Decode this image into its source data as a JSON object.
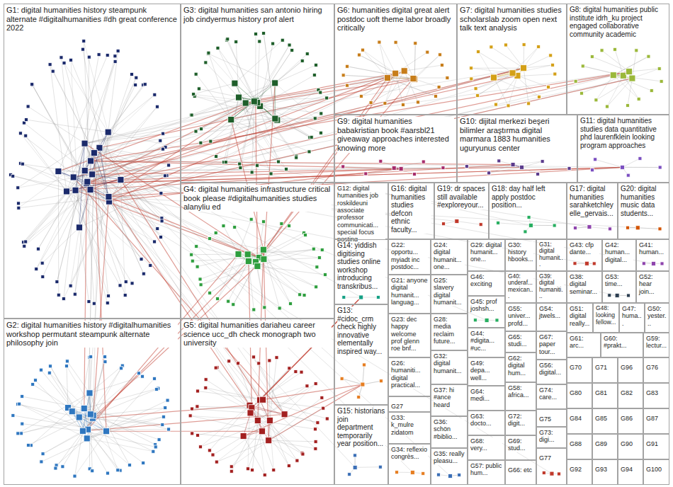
{
  "diagram": {
    "nodes": [
      {
        "text": [
          "G1: digital humanities history steampunk alternate #digitalhumanities #dh great conference 2022"
        ]
      },
      {
        "text": [
          "G3: digital humanities san antonio hiring job cindyermus history prof alert"
        ]
      },
      {
        "text": [
          "G6: humanities digital great alert postdoc uoft theme labor broadly critically"
        ]
      },
      {
        "text": [
          "G7: digital humanities studies scholarslab zoom open next talk text analysis"
        ]
      },
      {
        "text": [
          "G8: digital humanities public institute idrh_ku project engaged collaborative community academic"
        ]
      },
      {
        "text": [
          "G9: digital humanities babakristian book #aarsbl21 giveaway approaches interested knowing more"
        ]
      },
      {
        "text": [
          "G10: dijital merkezi beşeri bilimler araştırma digital marmara 1883 humanities uguryunus center"
        ]
      },
      {
        "text": [
          "G11: digital humanities studies data quantitative phd laurenfklein looking program approaches"
        ]
      },
      {
        "text": [
          "G4: digital humanities infrastructure critical book please #digitalhumanities studies alanyliu ed"
        ]
      },
      {
        "text": [
          "G12: digital humanities job roskildeuni associate professor communicati... special focus posting"
        ]
      },
      {
        "text": [
          "G16: digital humanities studies defcon ethnic faculty..."
        ]
      },
      {
        "text": [
          "G19: dr spaces still available #exploreyour..."
        ]
      },
      {
        "text": [
          "G18: day half left apply postdoc position..."
        ]
      },
      {
        "text": [
          "G17: digital humanities sarahketchley elle_gervais..."
        ]
      },
      {
        "text": [
          "G20: digital humanities music data students..."
        ]
      },
      {
        "text": [
          "G14: yiddish digitising studies online workshop introducing transkribus..."
        ]
      },
      {
        "text": [
          "G22: opportu... myiadt inc postdoc..."
        ]
      },
      {
        "text": [
          "G24: digital humanit... one..."
        ]
      },
      {
        "text": [
          "G29: digital humanit... one..."
        ]
      },
      {
        "text": [
          "G30: history hbooks..."
        ]
      },
      {
        "text": [
          "G31: digital humanit..."
        ]
      },
      {
        "text": [
          "G43: cfp dante..."
        ]
      },
      {
        "text": [
          "G42: human... digital..."
        ]
      },
      {
        "text": [
          "G41: human..."
        ]
      },
      {
        "text": [
          "G46: exciting"
        ]
      },
      {
        "text": [
          "G40: underaf... mexican..."
        ]
      },
      {
        "text": [
          "G39: digital humaniti..."
        ]
      },
      {
        "text": [
          "G38: digital seminar..."
        ]
      },
      {
        "text": [
          "G53: time..."
        ]
      },
      {
        "text": [
          "G52: hear join..."
        ]
      },
      {
        "text": [
          "G21: anyone digital humanit... languag..."
        ]
      },
      {
        "text": [
          "G25: slavery digital humanit..."
        ]
      },
      {
        "text": [
          "G45: prof joshsh..."
        ]
      },
      {
        "text": [
          "G55: univer... profd..."
        ]
      },
      {
        "text": [
          "G54: jtwels..."
        ]
      },
      {
        "text": [
          "G51: digital really..."
        ]
      },
      {
        "text": [
          "G48: looking fellow..."
        ]
      },
      {
        "text": [
          "G47: huma..."
        ]
      },
      {
        "text": [
          "G50: yester..."
        ]
      },
      {
        "text": [
          "G13: #cidoc_crm check highly innovative elementally inspired way..."
        ]
      },
      {
        "text": [
          "G23: dec happy welcome prof glenn roe bnf..."
        ]
      },
      {
        "text": [
          "G28: media reclaim future..."
        ]
      },
      {
        "text": [
          "G2: digital humanities history #digitalhumanities workshop permutant steampunk alternate philosophy join"
        ]
      },
      {
        "text": [
          "G5: digital humanities dariaheu career science ucc_dh check monograph two university"
        ]
      },
      {
        "text": [
          "G44: #digita... #uc..."
        ]
      },
      {
        "text": [
          "G65: studi..."
        ]
      },
      {
        "text": [
          "G67: paper tour..."
        ]
      },
      {
        "text": [
          "G61: arc..."
        ]
      },
      {
        "text": [
          "G60: #prakt..."
        ]
      },
      {
        "text": [
          "G59: lectur..."
        ]
      },
      {
        "text": [
          "G32: digital humanit..."
        ]
      },
      {
        "text": [
          "G62: digital hum..."
        ]
      },
      {
        "text": [
          "G26: humaniti... digital practical..."
        ]
      },
      {
        "text": [
          "G49: depa... well..."
        ]
      },
      {
        "text": [
          "G56: digital..."
        ]
      },
      {
        "text": [
          "G70"
        ]
      },
      {
        "text": [
          "G71"
        ]
      },
      {
        "text": [
          "G96"
        ]
      },
      {
        "text": [
          "G76"
        ]
      },
      {
        "text": [
          "G80"
        ]
      },
      {
        "text": [
          "G81"
        ]
      },
      {
        "text": [
          "G82"
        ]
      },
      {
        "text": [
          "G83"
        ]
      },
      {
        "text": [
          "G84"
        ]
      },
      {
        "text": [
          "G85"
        ]
      },
      {
        "text": [
          "G86"
        ]
      },
      {
        "text": [
          "G87"
        ]
      },
      {
        "text": [
          "G88"
        ]
      },
      {
        "text": [
          "G89"
        ]
      },
      {
        "text": [
          "G90"
        ]
      },
      {
        "text": [
          "G91"
        ]
      },
      {
        "text": [
          "G92"
        ]
      },
      {
        "text": [
          "G93"
        ]
      },
      {
        "text": [
          "G94"
        ]
      },
      {
        "text": [
          "G100"
        ]
      },
      {
        "text": [
          "G37: hi #ance heard"
        ]
      },
      {
        "text": [
          "G74: care..."
        ]
      },
      {
        "text": [
          "G64: medi..."
        ]
      },
      {
        "text": [
          "G58: africa..."
        ]
      },
      {
        "text": [
          "G27"
        ]
      },
      {
        "text": [
          "G15: historians join department temporarily year position..."
        ]
      },
      {
        "text": [
          "G75"
        ]
      },
      {
        "text": [
          "G63: docto..."
        ]
      },
      {
        "text": [
          "G72: digit..."
        ]
      },
      {
        "text": [
          "G33: k_mulre zidatom"
        ]
      },
      {
        "text": [
          "G36: schön #biblio..."
        ]
      },
      {
        "text": [
          "G73: digi..."
        ]
      },
      {
        "text": [
          "G68: very..."
        ]
      },
      {
        "text": [
          "G69: stud..."
        ]
      },
      {
        "text": [
          "G34: reflexio congrès..."
        ]
      },
      {
        "text": [
          "G35: really pleasu..."
        ]
      },
      {
        "text": [
          "G77"
        ]
      },
      {
        "text": [
          "G57: public hum..."
        ]
      },
      {
        "text": [
          "G66: etc"
        ]
      }
    ]
  }
}
